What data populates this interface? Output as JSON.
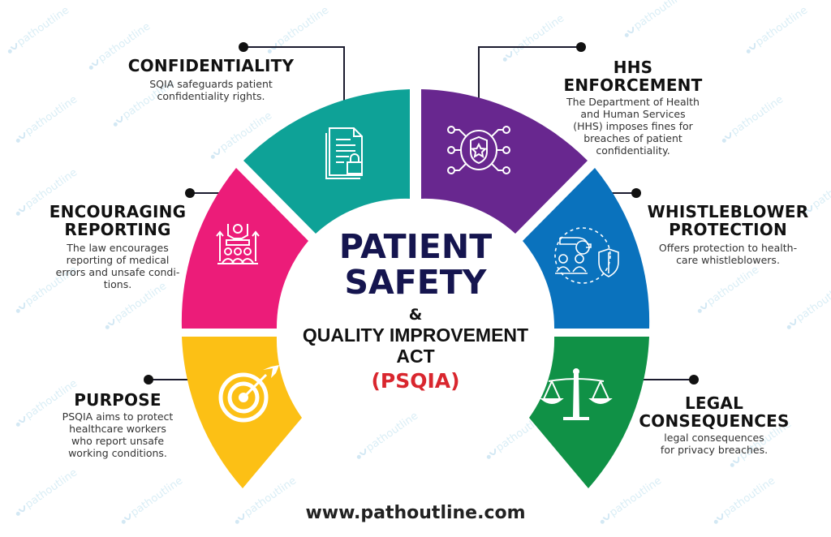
{
  "title": {
    "line1": "PATIENT",
    "line2": "SAFETY",
    "amp": "&",
    "line3": "QUALITY IMPROVEMENT",
    "line4": "ACT",
    "abbreviation": "(PSQIA)"
  },
  "colors": {
    "teal": "#0ea297",
    "purple": "#68278f",
    "pink": "#ec1c79",
    "blue": "#0a72bd",
    "yellow": "#fcc015",
    "green": "#109146",
    "title_navy": "#15154f",
    "abbr_red": "#d9262e"
  },
  "segments": [
    {
      "id": "confidentiality",
      "title_lines": [
        "CONFIDENTIALITY"
      ],
      "description_lines": [
        "SQIA safeguards patient",
        "confidentiality rights."
      ],
      "icon": "document-lock-icon",
      "color": "#0ea297"
    },
    {
      "id": "hhs-enforcement",
      "title_lines": [
        "HHS",
        "ENFORCEMENT"
      ],
      "description_lines": [
        "The Department of Health",
        "and Human Services",
        "(HHS) imposes fines for",
        "breaches of patient",
        "confidentiality."
      ],
      "icon": "police-badge-network-icon",
      "color": "#68278f"
    },
    {
      "id": "encouraging-reporting",
      "title_lines": [
        "ENCOURAGING",
        "REPORTING"
      ],
      "description_lines": [
        "The law encourages",
        "reporting of medical",
        "errors and unsafe condi-",
        "tions."
      ],
      "icon": "speaker-audience-icon",
      "color": "#ec1c79"
    },
    {
      "id": "whistleblower-protection",
      "title_lines": [
        "WHISTLEBLOWER",
        "PROTECTION"
      ],
      "description_lines": [
        "Offers protection to health-",
        "care whistleblowers."
      ],
      "icon": "whistle-shield-icon",
      "color": "#0a72bd"
    },
    {
      "id": "purpose",
      "title_lines": [
        "PURPOSE"
      ],
      "description_lines": [
        "PSQIA aims to protect",
        "healthcare workers",
        "who report unsafe",
        "working conditions."
      ],
      "icon": "target-arrow-icon",
      "color": "#fcc015"
    },
    {
      "id": "legal-consequences",
      "title_lines": [
        "LEGAL",
        "CONSEQUENCES"
      ],
      "description_lines": [
        "legal consequences",
        "for privacy breaches."
      ],
      "icon": "scales-of-justice-icon",
      "color": "#109146"
    }
  ],
  "footer": {
    "website": "www.pathoutline.com"
  },
  "watermark": "pathoutline"
}
